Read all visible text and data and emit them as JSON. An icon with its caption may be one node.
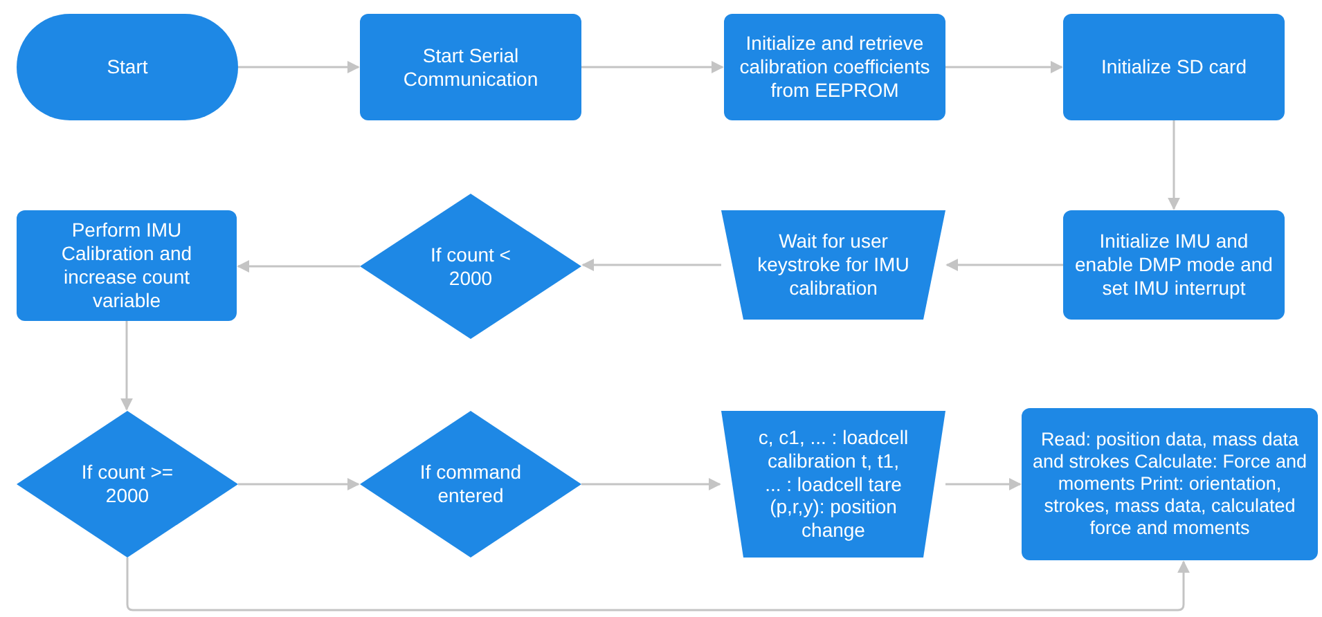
{
  "diagram": {
    "nodes": [
      {
        "text": [
          "Start"
        ]
      },
      {
        "text": [
          "Start Serial Communication"
        ]
      },
      {
        "text": [
          "Initialize and retrieve calibration coefficients from EEPROM"
        ]
      },
      {
        "text": [
          "Initialize SD card"
        ]
      },
      {
        "text": [
          "Initialize IMU and enable DMP mode and set IMU interrupt"
        ]
      },
      {
        "text": [
          "Wait for user keystroke for IMU calibration"
        ]
      },
      {
        "text": [
          "If count < 2000"
        ]
      },
      {
        "text": [
          "Perform IMU Calibration and increase count variable"
        ]
      },
      {
        "text": [
          "If count >= 2000"
        ]
      },
      {
        "text": [
          "If command entered"
        ]
      },
      {
        "text": [
          "c, c1, ... : loadcell calibration t, t1, ... : loadcell tare (p,r,y): position change"
        ]
      },
      {
        "text": [
          "Read: position data, mass data and strokes Calculate: Force and moments Print: orientation, strokes, mass data, calculated force and moments"
        ]
      }
    ],
    "edges": [
      {
        "from": 0,
        "to": 1,
        "arrow": "to"
      },
      {
        "from": 1,
        "to": 2,
        "arrow": "to"
      },
      {
        "from": 2,
        "to": 3,
        "arrow": "to"
      },
      {
        "from": 3,
        "to": 4,
        "arrow": "to"
      },
      {
        "from": 4,
        "to": 5,
        "arrow": "to"
      },
      {
        "from": 5,
        "to": 6,
        "arrow": "to"
      },
      {
        "from": 6,
        "to": 7,
        "arrow": "to"
      },
      {
        "from": 7,
        "to": 8,
        "arrow": "to"
      },
      {
        "from": 8,
        "to": 9,
        "arrow": "to"
      },
      {
        "from": 9,
        "to": 10,
        "arrow": "to"
      },
      {
        "from": 10,
        "to": 11,
        "arrow": "to"
      },
      {
        "from": 8,
        "to": 11,
        "arrow": "to"
      }
    ]
  }
}
